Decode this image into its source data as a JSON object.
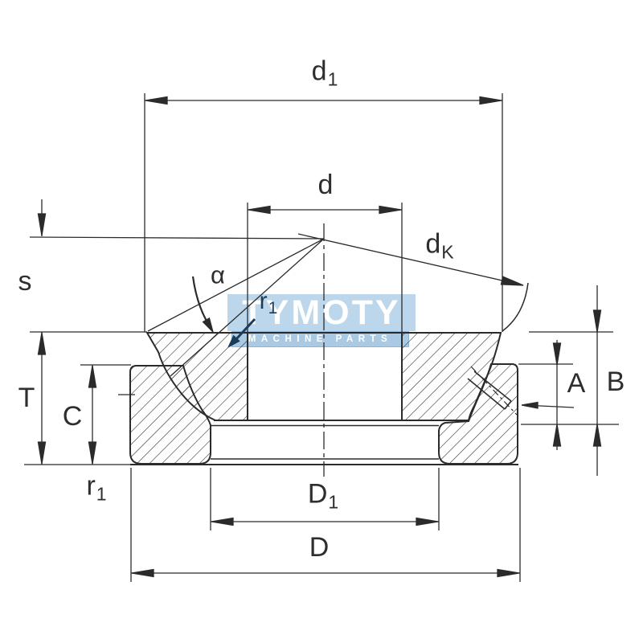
{
  "diagram": {
    "title": "Axial spherical plain bearing dimension drawing",
    "watermark": {
      "line1": "TYMOTY",
      "line2": "MACHINE PARTS"
    },
    "labels": {
      "d1": {
        "main": "d",
        "sub": "1"
      },
      "d": {
        "main": "d"
      },
      "dk": {
        "main": "d",
        "sub": "K"
      },
      "s": {
        "main": "s"
      },
      "T": {
        "main": "T"
      },
      "C": {
        "main": "C"
      },
      "r1_left": {
        "main": "r",
        "sub": "1"
      },
      "r1_bore": {
        "main": "r",
        "sub": "1"
      },
      "D1": {
        "main": "D",
        "sub": "1"
      },
      "D": {
        "main": "D"
      },
      "A": {
        "main": "A"
      },
      "B": {
        "main": "B"
      },
      "alpha": {
        "main": "α"
      }
    },
    "colors": {
      "line": "#2b2b2b",
      "label": "#2e2e2e",
      "watermark_band": "#b7d3ea",
      "watermark_band2": "#a3c6e2",
      "watermark_text": "#ffffff",
      "navy": "#1c3d5a",
      "background": "#ffffff"
    }
  }
}
